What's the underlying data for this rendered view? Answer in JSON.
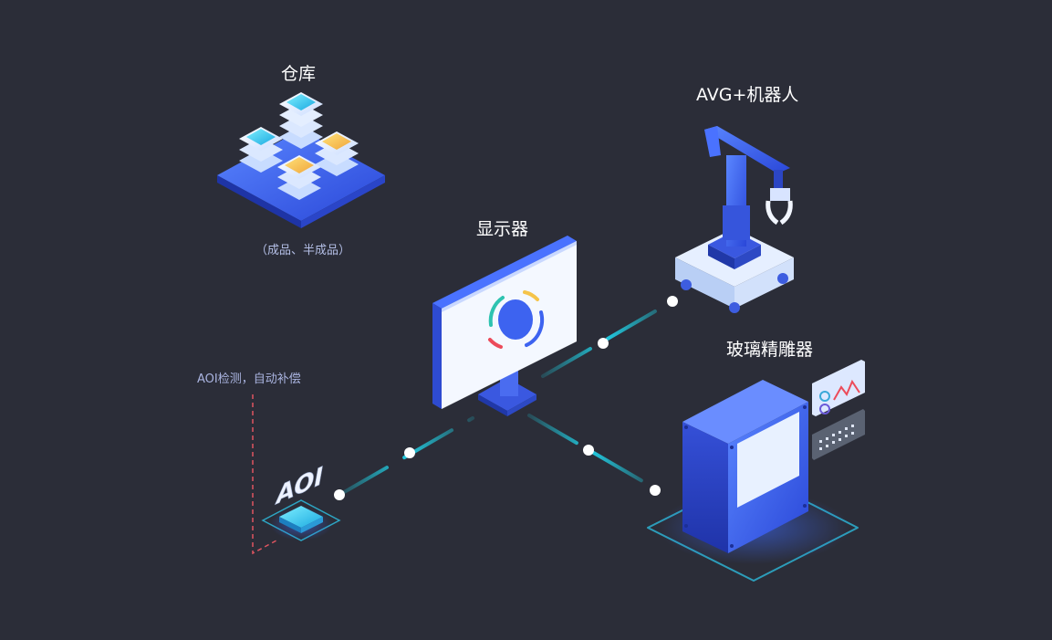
{
  "nodes": {
    "warehouse": {
      "title": "仓库",
      "subtitle": "（成品、半成品）"
    },
    "robot": {
      "title": "AVG+机器人"
    },
    "monitor": {
      "title": "显示器"
    },
    "engraver": {
      "title": "玻璃精雕器"
    },
    "aoi": {
      "title": "AOI",
      "note": "AOI检测，自动补偿"
    }
  },
  "colors": {
    "background": "#2b2d38",
    "primary_blue": "#3d63f0",
    "accent_cyan": "#2ec3e6",
    "accent_yellow": "#f5c44a",
    "dashed_line": "#e05560"
  }
}
